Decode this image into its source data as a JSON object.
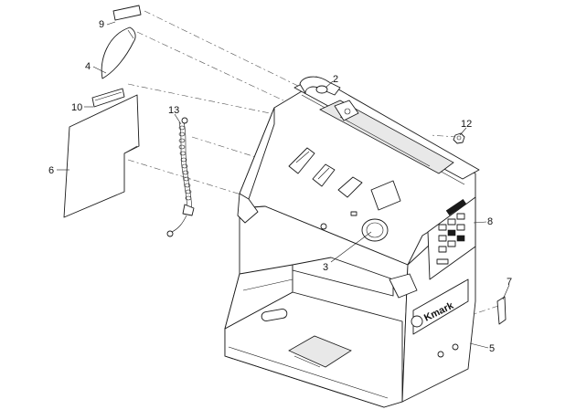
{
  "callouts": {
    "c1": "9",
    "c2": "4",
    "c3": "10",
    "c4": "6",
    "c5": "13",
    "c6": "2",
    "c7": "12",
    "c8": "8",
    "c9": "3",
    "c10": "7",
    "c11": "5"
  },
  "decal_text": {
    "brand": "Kmark"
  }
}
